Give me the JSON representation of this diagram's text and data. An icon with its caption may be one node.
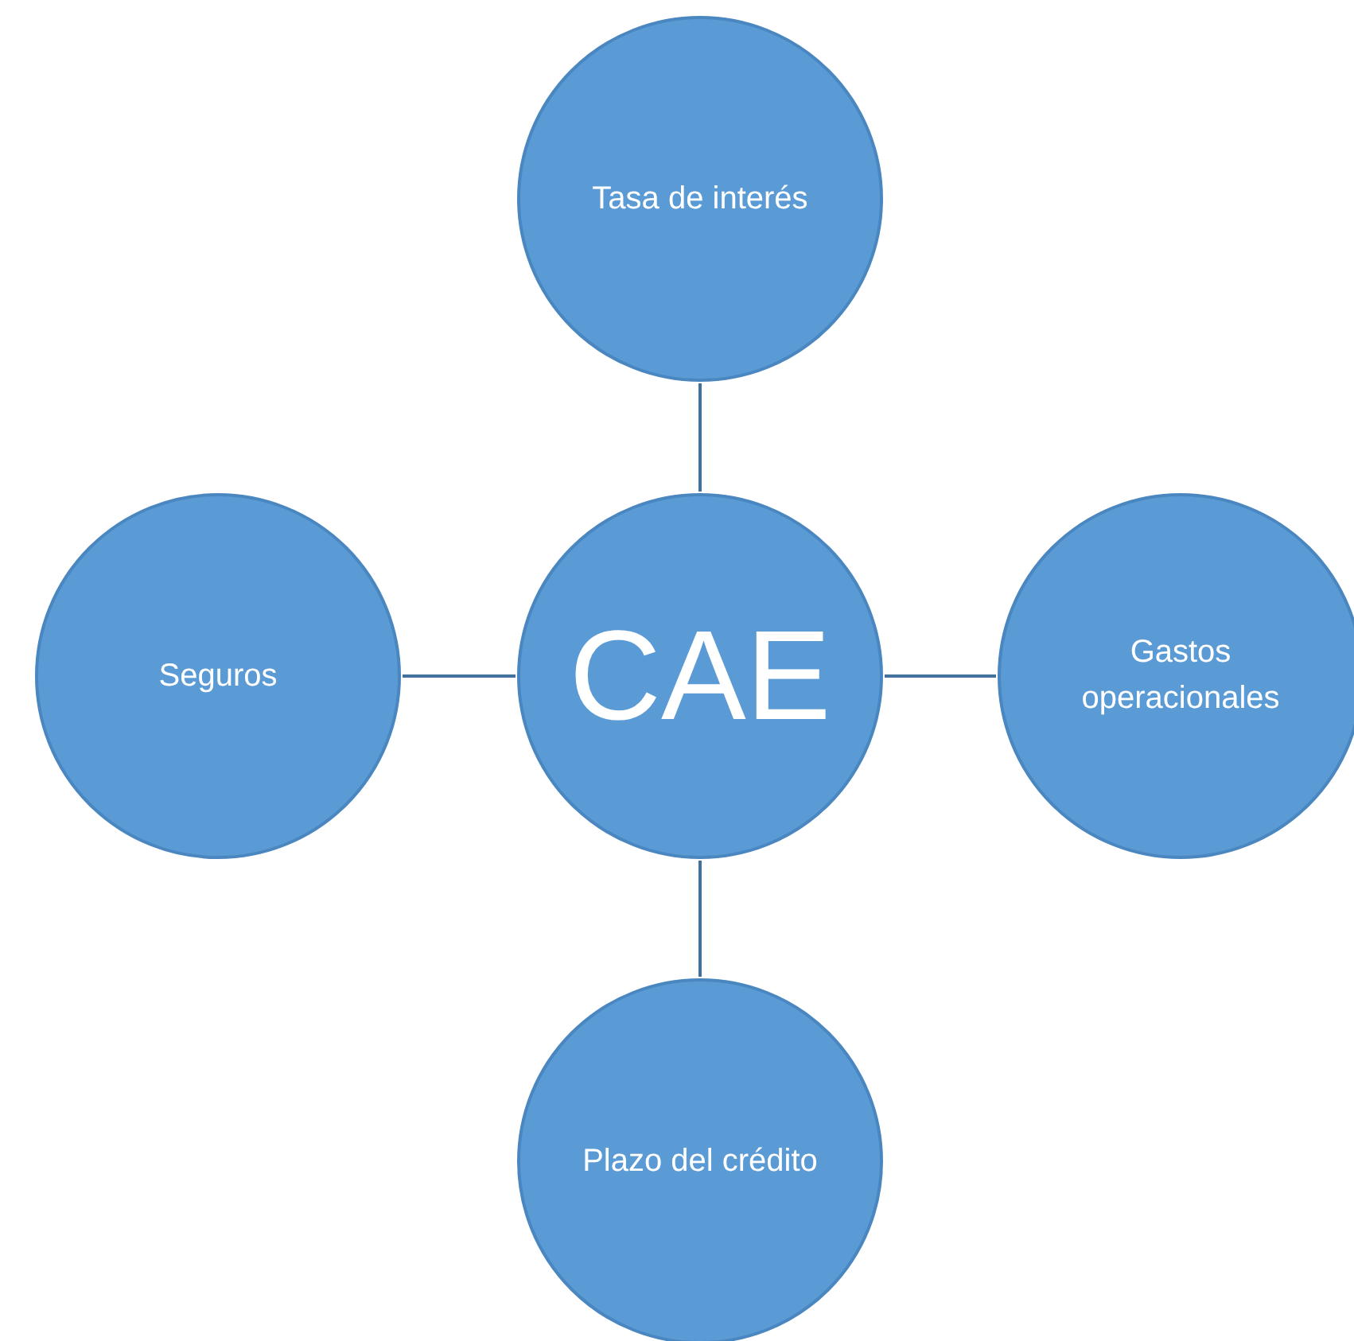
{
  "diagram": {
    "nodes": [
      {
        "text": [
          "Tasa de interés"
        ]
      },
      {
        "text": [
          "Seguros"
        ]
      },
      {
        "text": [
          "CAE"
        ]
      },
      {
        "text": [
          "Gastos operacionales"
        ]
      },
      {
        "text": [
          "Plazo del crédito"
        ]
      }
    ],
    "edges": [
      {
        "from": 2,
        "to": 0,
        "arrow": "none"
      },
      {
        "from": 2,
        "to": 1,
        "arrow": "none"
      },
      {
        "from": 2,
        "to": 3,
        "arrow": "none"
      },
      {
        "from": 2,
        "to": 4,
        "arrow": "none"
      }
    ]
  }
}
